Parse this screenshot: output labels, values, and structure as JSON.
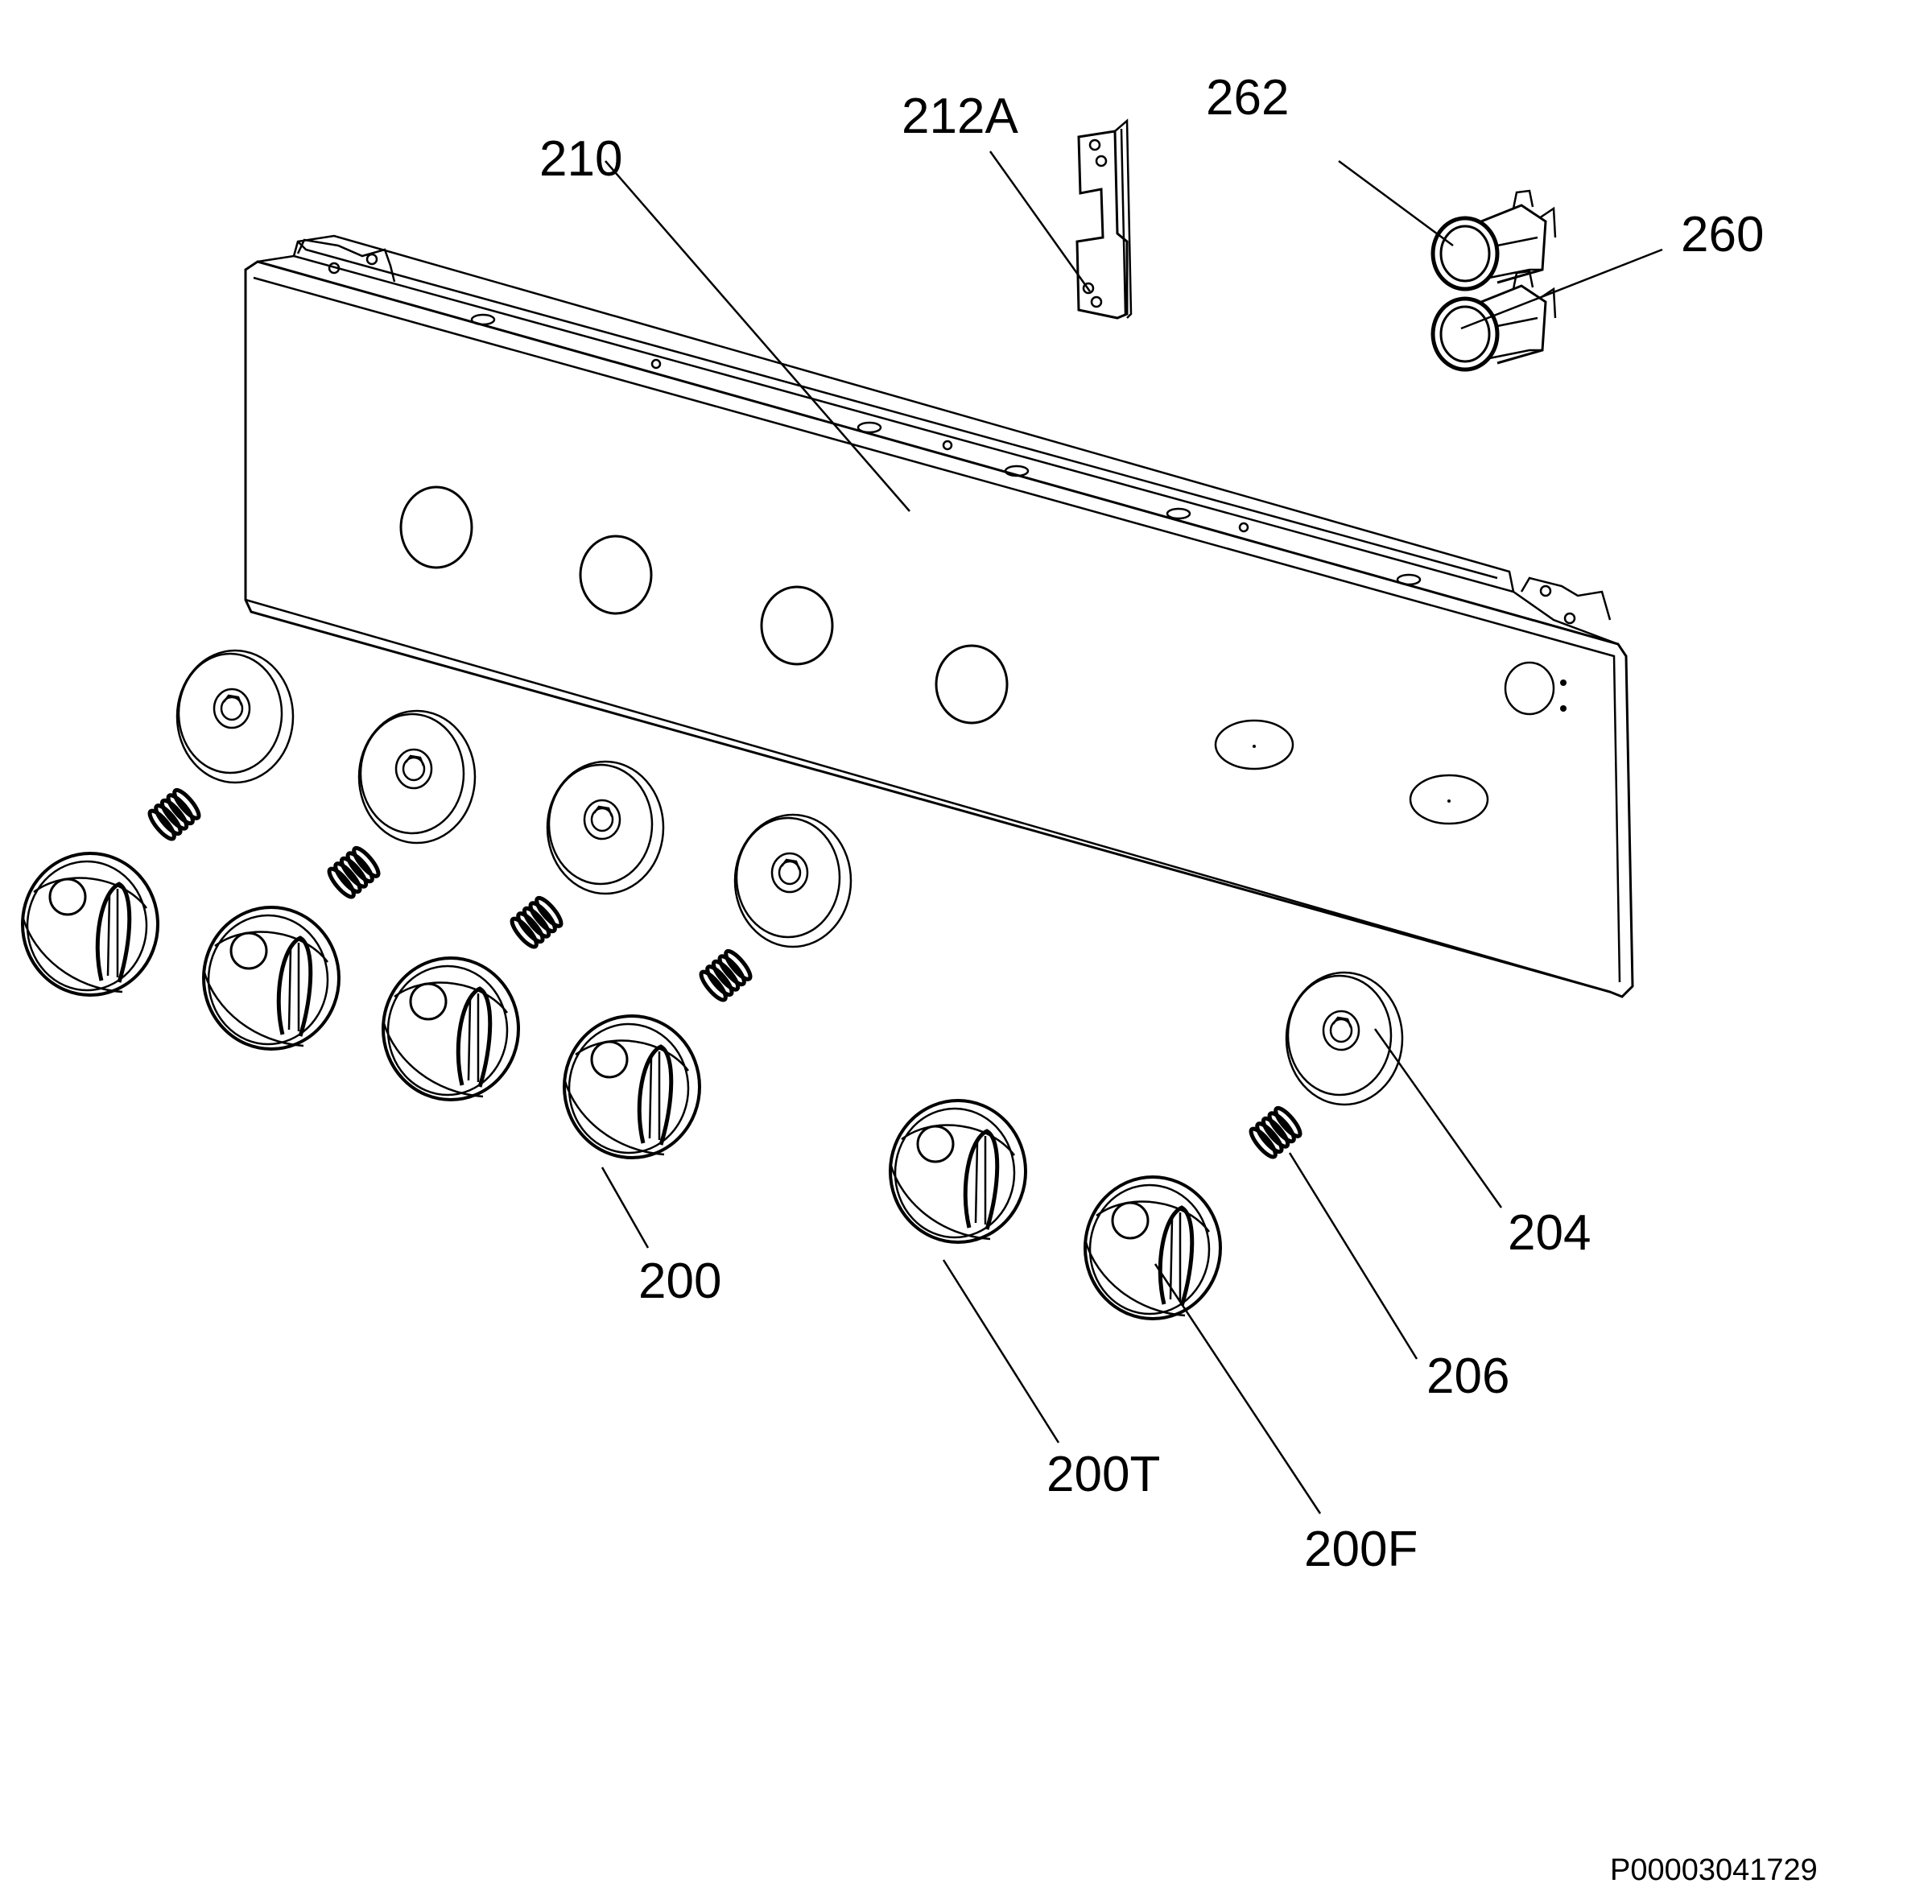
{
  "labels": {
    "control_panel": "210",
    "bracket": "212A",
    "lamp_holder": "262",
    "lamp": "260",
    "knob": "200",
    "knob_timer": "200T",
    "knob_f": "200F",
    "bezel": "204",
    "spring": "206"
  },
  "drawing_ref": "P00003041729"
}
